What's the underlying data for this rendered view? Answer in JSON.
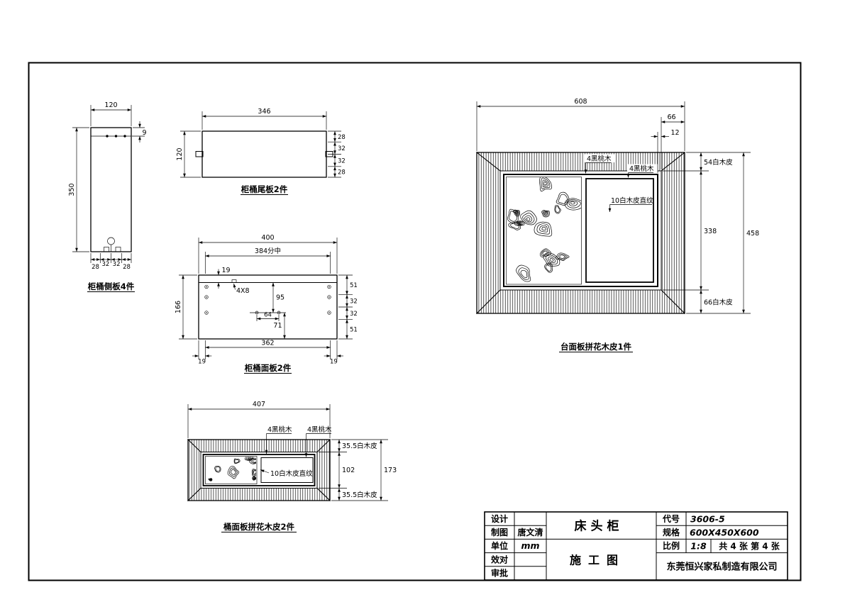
{
  "sheet": {
    "drawings": {
      "side_panel": {
        "caption": "柜桶侧板4件",
        "width": "120",
        "height": "350",
        "top_offset": "9",
        "bottom_segments": [
          "28",
          "32",
          "32",
          "28"
        ]
      },
      "back_panel": {
        "caption": "柜桶尾板2件",
        "width": "346",
        "height": "120",
        "right_segments": [
          "28",
          "32",
          "32",
          "28"
        ]
      },
      "front_panel": {
        "caption": "柜桶面板2件",
        "width": "400",
        "center_width": "384分中",
        "rail_offset": "19",
        "slot": "4X8",
        "dim_95": "95",
        "dim_64": "64",
        "dim_71": "71",
        "height": "166",
        "right_segments": [
          "51",
          "32",
          "32",
          "51"
        ],
        "bottom_width": "362",
        "bottom_left": "19",
        "bottom_right": "19"
      },
      "top_panel": {
        "caption": "台面板拼花木皮1件",
        "width": "608",
        "dim_66": "66",
        "dim_12": "12",
        "strip_1": "4黑桃木",
        "strip_2": "4黑桃木",
        "veneer_top": "54白木皮",
        "veneer_center": "10白木皮直纹",
        "inner_height": "338",
        "total_height": "458",
        "veneer_bottom": "66白木皮"
      },
      "drawer_front_panel": {
        "caption": "桶面板拼花木皮2件",
        "width": "407",
        "strip_1": "4黑桃木",
        "strip_2": "4黑桃木",
        "veneer_top": "35.5白木皮",
        "inner_height": "102",
        "total_height": "173",
        "veneer_center": "10白木皮直纹",
        "veneer_bottom": "35.5白木皮"
      }
    },
    "title_block": {
      "design_label": "设计",
      "draft_label": "制图",
      "draft_value": "唐文清",
      "unit_label": "单位",
      "unit_value": "mm",
      "proof_label": "效对",
      "approve_label": "审批",
      "product_name": "床头柜",
      "drawing_type": "施工图",
      "code_label": "代号",
      "code_value": "3606-5",
      "spec_label": "规格",
      "spec_value": "600X450X600",
      "scale_label": "比例",
      "scale_value": "1:8",
      "sheet_count": "共 4 张 第 4 张",
      "company": "东莞恒兴家私制造有限公司"
    }
  }
}
